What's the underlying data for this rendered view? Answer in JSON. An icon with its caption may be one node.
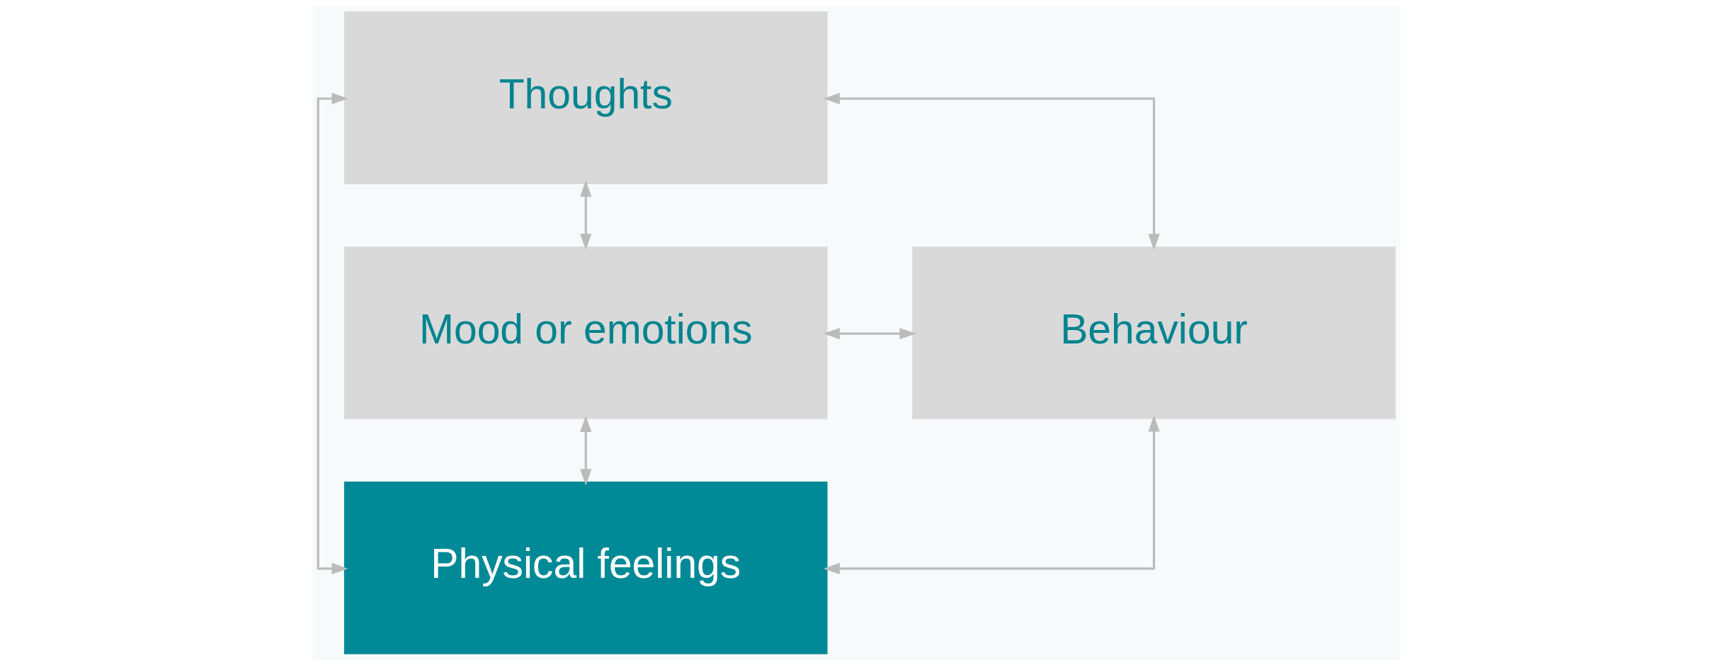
{
  "diagram": {
    "nodes": [
      {
        "text": [
          "Thoughts"
        ]
      },
      {
        "text": [
          "Mood or emotions"
        ]
      },
      {
        "text": [
          "Behaviour"
        ]
      },
      {
        "text": [
          "Physical feelings"
        ]
      }
    ],
    "edges": [
      {
        "from": 1,
        "to": 0,
        "arrow": "both"
      },
      {
        "from": 0,
        "to": 2,
        "arrow": "both"
      },
      {
        "from": 0,
        "to": 3,
        "arrow": "both"
      },
      {
        "from": 1,
        "to": 2,
        "arrow": "both"
      },
      {
        "from": 1,
        "to": 3,
        "arrow": "both"
      },
      {
        "from": 3,
        "to": 2,
        "arrow": "both"
      }
    ]
  }
}
